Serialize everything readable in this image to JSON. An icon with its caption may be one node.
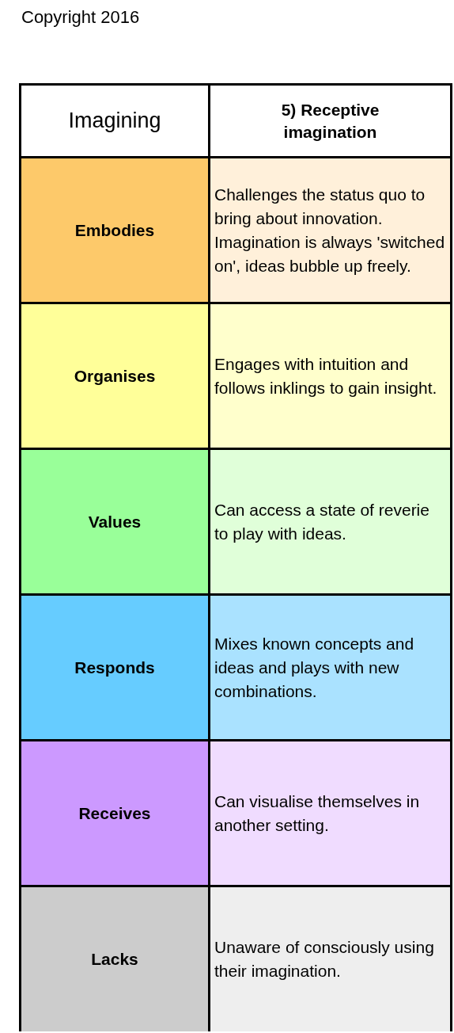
{
  "diagram": {
    "labels": [
      "Copyright 2016",
      "Imagining",
      "5) Receptive imagination",
      "Embodies",
      "Challenges the status quo to bring about innovation. Imagination is always 'switched on', ideas bubble up freely.",
      "Organises",
      "Engages with intuition and follows inklings to gain insight.",
      "Values",
      "Can access a state of reverie to play with ideas.",
      "Responds",
      "Mixes known concepts and ideas and plays with new combinations.",
      "Receives",
      "Can visualise themselves in another setting.",
      "Lacks",
      "Unaware of consciously using their imagination."
    ]
  }
}
